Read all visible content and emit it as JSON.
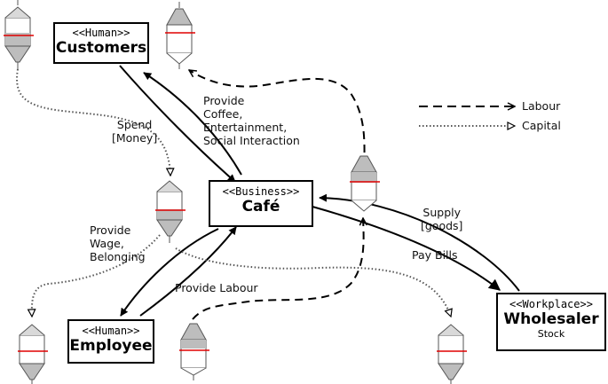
{
  "nodes": {
    "customers": {
      "stereotype": "<<Human>>",
      "name": "Customers"
    },
    "cafe": {
      "stereotype": "<<Business>>",
      "name": "Café"
    },
    "employee": {
      "stereotype": "<<Human>>",
      "name": "Employee"
    },
    "wholesaler": {
      "stereotype": "<<Workplace>>",
      "name": "Wholesaler",
      "subtitle": "Stock"
    }
  },
  "edges": {
    "spend": [
      "Spend",
      "[Money]"
    ],
    "provide_coffee": [
      "Provide",
      "Coffee,",
      "Entertainment,",
      "Social Interaction"
    ],
    "provide_wage": [
      "Provide",
      "Wage,",
      "Belonging"
    ],
    "provide_labour": "Provide Labour",
    "supply": [
      "Supply",
      "[goods]"
    ],
    "pay_bills": "Pay Bills"
  },
  "legend": {
    "labour": "Labour",
    "capital": "Capital"
  }
}
